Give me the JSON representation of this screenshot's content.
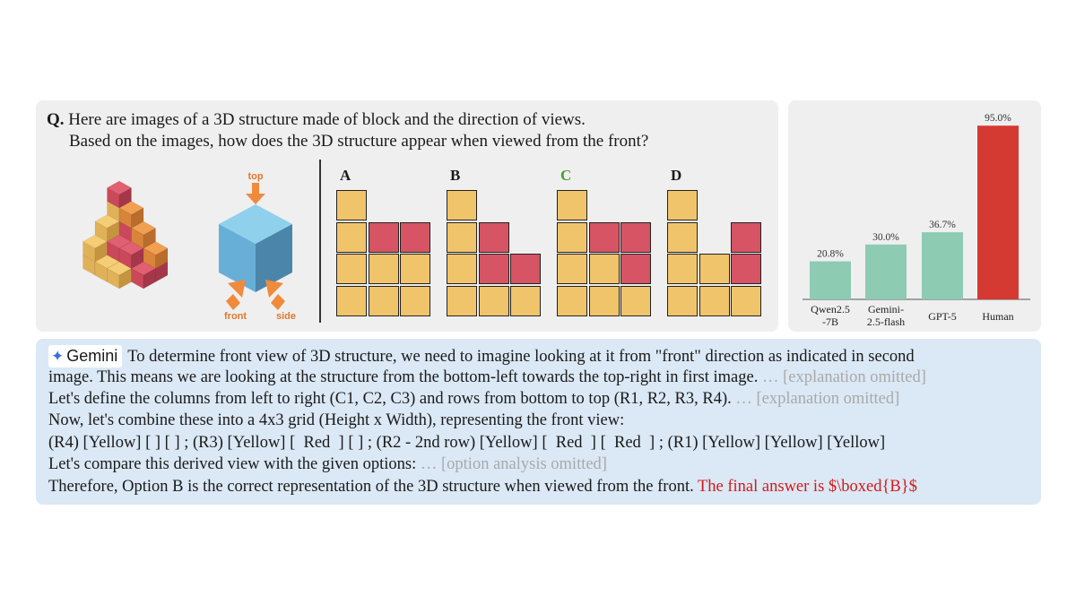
{
  "question": {
    "label": "Q.",
    "line1": "Here are images of a 3D structure made of block and the direction of views.",
    "line2": "Based on the images, how does the 3D structure appear when viewed from the front?",
    "view_labels": {
      "top": "top",
      "front": "front",
      "side": "side"
    },
    "options": [
      {
        "label": "A",
        "label_color": "#1a1a1a",
        "rows": [
          [
            "y",
            "",
            ""
          ],
          [
            "y",
            "r",
            "r"
          ],
          [
            "y",
            "y",
            "y"
          ],
          [
            "y",
            "y",
            "y"
          ]
        ]
      },
      {
        "label": "B",
        "label_color": "#1a1a1a",
        "rows": [
          [
            "y",
            "",
            ""
          ],
          [
            "y",
            "r",
            ""
          ],
          [
            "y",
            "r",
            "r"
          ],
          [
            "y",
            "y",
            "y"
          ]
        ]
      },
      {
        "label": "C",
        "label_color": "#4a9e2f",
        "rows": [
          [
            "y",
            "",
            ""
          ],
          [
            "y",
            "r",
            "r"
          ],
          [
            "y",
            "y",
            "r"
          ],
          [
            "y",
            "y",
            "y"
          ]
        ]
      },
      {
        "label": "D",
        "label_color": "#1a1a1a",
        "rows": [
          [
            "y",
            "",
            ""
          ],
          [
            "y",
            "",
            "r"
          ],
          [
            "y",
            "y",
            "r"
          ],
          [
            "y",
            "y",
            "y"
          ]
        ]
      }
    ],
    "colors": {
      "yellow": "#f0c46b",
      "red": "#d65464",
      "cube_top": "#8fd0ec",
      "cube_left": "#67afd6",
      "cube_right": "#4c85aa",
      "arrow": "#f08a3c"
    }
  },
  "chart_data": {
    "type": "bar",
    "categories": [
      "Qwen2.5\n-7B",
      "Gemini-\n2.5-flash",
      "GPT-5",
      "Human"
    ],
    "values": [
      20.8,
      30.0,
      36.7,
      95.0
    ],
    "value_labels": [
      "20.8%",
      "30.0%",
      "36.7%",
      "95.0%"
    ],
    "colors": [
      "#8dcbb3",
      "#8dcbb3",
      "#8dcbb3",
      "#d53a32"
    ],
    "ylim": [
      0,
      100
    ],
    "grid": false,
    "title": "",
    "xlabel": "",
    "ylabel": ""
  },
  "answer": {
    "model_name": "Gemini",
    "line1": "To determine front view of 3D structure, we need to imagine looking at it from \"front\" direction as indicated in second",
    "line2": "image. This means we are looking at the structure from the bottom-left towards the top-right in first image.",
    "line2_omit": " … [explanation omitted]",
    "line3": "Let's define the columns from left to right (C1, C2, C3) and rows from bottom to top (R1, R2, R3, R4).",
    "line3_omit": " … [explanation omitted]",
    "line4": "Now, let's combine these into a 4x3 grid (Height x Width), representing the front view:",
    "line5": "(R4) [Yellow] [ ] [ ] ; (R3) [Yellow] [  Red  ] [ ] ; (R2 - 2nd row) [Yellow] [  Red  ] [  Red  ] ; (R1) [Yellow] [Yellow] [Yellow]",
    "line6": "Let's compare this derived view with the given options:",
    "line6_omit": " … [option analysis omitted]",
    "line7": "Therefore, Option B is the correct representation of the 3D structure when viewed from the front.",
    "line7_final": " The final answer is $\\boxed{B}$"
  }
}
